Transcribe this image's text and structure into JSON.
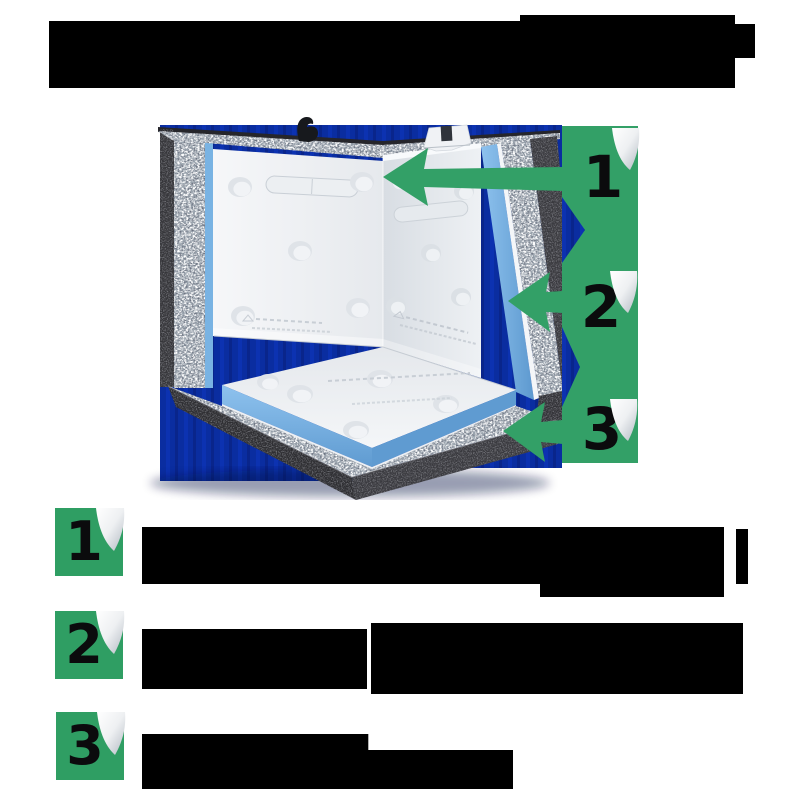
{
  "title": {
    "redacted": true
  },
  "illustration": {
    "backdrop_color": "#0a2da0",
    "accent_green": "#33a067",
    "panel_blue": "#7ab4e2",
    "foam_dark": "#36363a",
    "callouts": [
      {
        "number": "1"
      },
      {
        "number": "2"
      },
      {
        "number": "3"
      }
    ]
  },
  "legend": {
    "items": [
      {
        "number": "1",
        "text_redacted": true
      },
      {
        "number": "2",
        "text_redacted": true
      },
      {
        "number": "3",
        "text_redacted": true
      }
    ]
  }
}
